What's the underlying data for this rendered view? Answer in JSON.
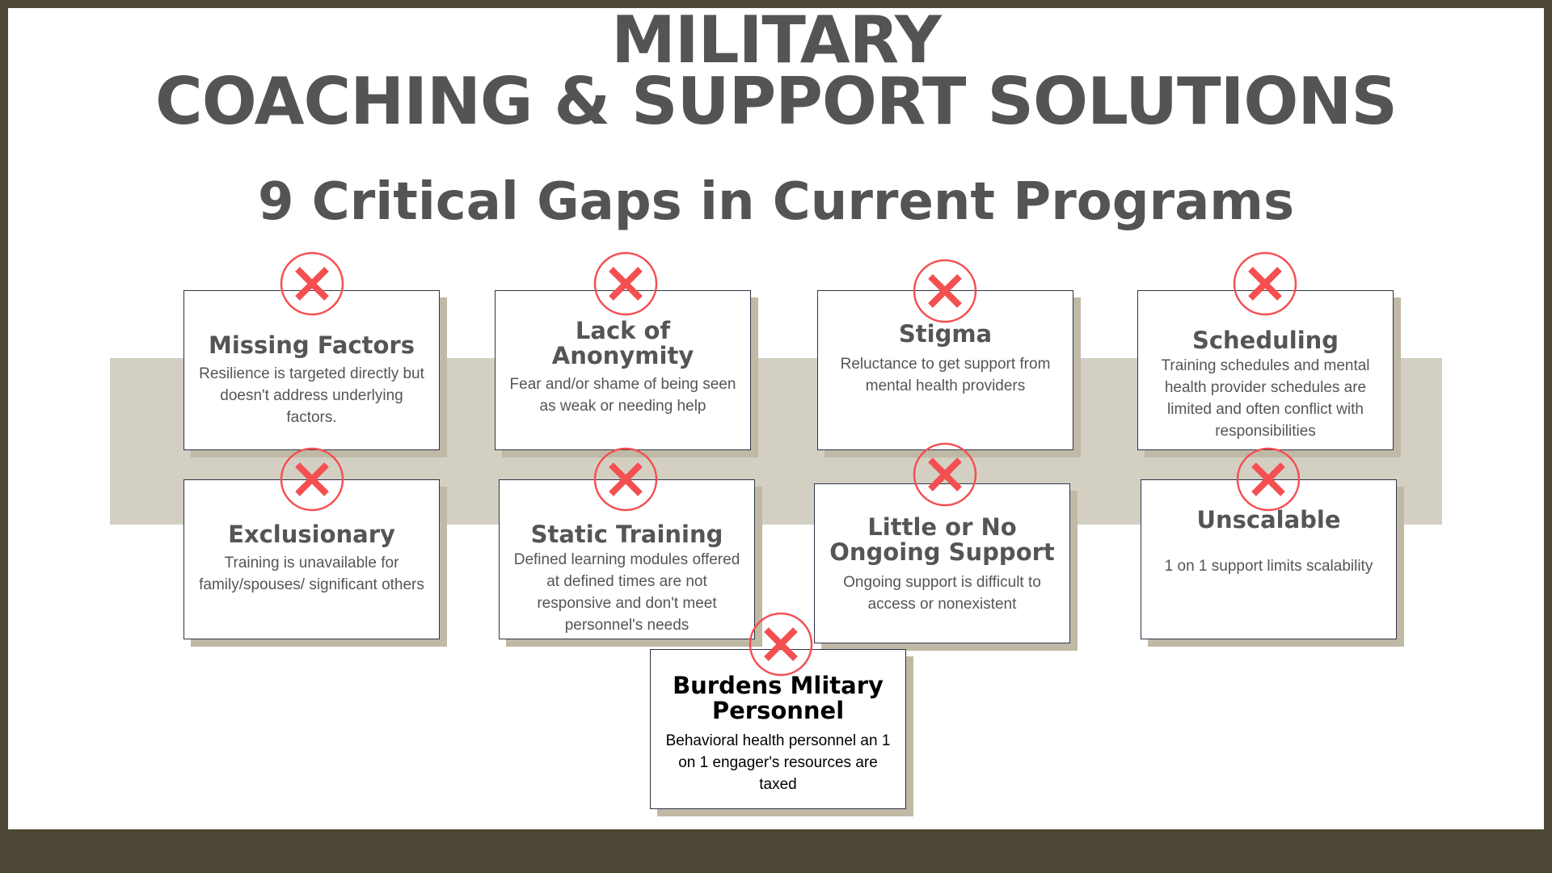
{
  "header": {
    "title_line1": "MILITARY",
    "title_line2": "COACHING & SUPPORT SOLUTIONS",
    "subtitle": "9 Critical Gaps in Current Programs"
  },
  "colors": {
    "frame": "#4d4634",
    "band": "#d3d0c3",
    "shadow": "#c0b9a6",
    "x_icon": "#f44f51",
    "text": "#555555"
  },
  "gaps": [
    {
      "title": "Missing Factors",
      "description": "Resilience is targeted directly but doesn't address underlying factors.",
      "icon": "x-circle-icon"
    },
    {
      "title": "Lack of Anonymity",
      "description": "Fear and/or shame of being seen as weak or needing help",
      "icon": "x-circle-icon"
    },
    {
      "title": "Stigma",
      "description": "Reluctance to get support from mental health providers",
      "icon": "x-circle-icon"
    },
    {
      "title": "Scheduling",
      "description": "Training schedules and mental health provider schedules are limited and often conflict with responsibilities",
      "icon": "x-circle-icon"
    },
    {
      "title": "Exclusionary",
      "description": "Training is unavailable for family/spouses/ significant others",
      "icon": "x-circle-icon"
    },
    {
      "title": "Static Training",
      "description": "Defined learning modules offered at defined times are not responsive and don't meet personnel's needs",
      "icon": "x-circle-icon"
    },
    {
      "title": "Little or No Ongoing Support",
      "description": "Ongoing support is difficult to access or nonexistent",
      "icon": "x-circle-icon"
    },
    {
      "title": "Unscalable",
      "description": "1 on 1 support limits scalability",
      "icon": "x-circle-icon"
    },
    {
      "title": "Burdens Mlitary Personnel",
      "description": "Behavioral health personnel an 1 on 1 engager's resources are taxed",
      "icon": "x-circle-icon"
    }
  ]
}
